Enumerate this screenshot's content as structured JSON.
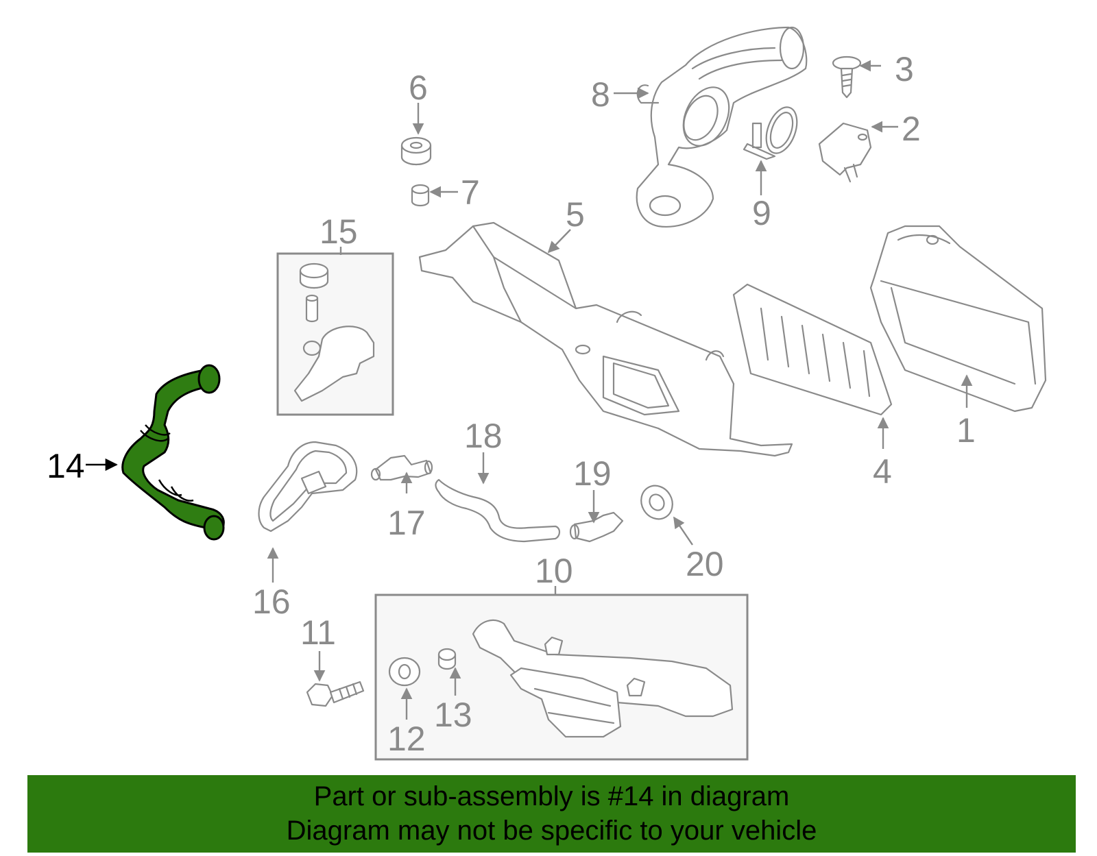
{
  "diagram": {
    "highlight_part": "14",
    "highlight_color": "#2f7d12",
    "parts": [
      {
        "id": "p1",
        "label": "1"
      },
      {
        "id": "p2",
        "label": "2"
      },
      {
        "id": "p3",
        "label": "3"
      },
      {
        "id": "p4",
        "label": "4"
      },
      {
        "id": "p5",
        "label": "5"
      },
      {
        "id": "p6",
        "label": "6"
      },
      {
        "id": "p7",
        "label": "7"
      },
      {
        "id": "p8",
        "label": "8"
      },
      {
        "id": "p9",
        "label": "9"
      },
      {
        "id": "p10",
        "label": "10"
      },
      {
        "id": "p11",
        "label": "11"
      },
      {
        "id": "p12",
        "label": "12"
      },
      {
        "id": "p13",
        "label": "13"
      },
      {
        "id": "p14",
        "label": "14"
      },
      {
        "id": "p15",
        "label": "15"
      },
      {
        "id": "p16",
        "label": "16"
      },
      {
        "id": "p17",
        "label": "17"
      },
      {
        "id": "p18",
        "label": "18"
      },
      {
        "id": "p19",
        "label": "19"
      },
      {
        "id": "p20",
        "label": "20"
      }
    ]
  },
  "banner": {
    "line1": "Part or sub-assembly is #14 in diagram",
    "line2": "Diagram may not be specific to your vehicle",
    "color": "#2c7a0e"
  }
}
